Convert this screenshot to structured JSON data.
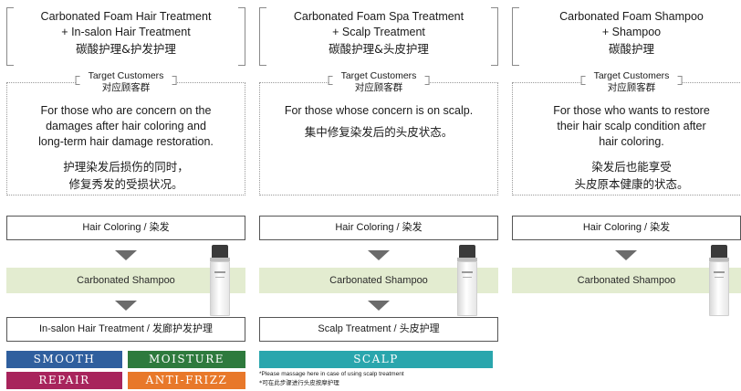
{
  "columns": [
    {
      "title_en_1": "Carbonated Foam Hair  Treatment",
      "title_en_2": "+ In-salon Hair Treatment",
      "title_cn": "碳酸护理&护发护理",
      "target_label_en": "Target Customers",
      "target_label_cn": "对应顾客群",
      "target_en_1": "For those who are concern on the",
      "target_en_2": "damages after hair coloring and",
      "target_en_3": "long-term hair damage restoration.",
      "target_cn_1": "护理染发后损伤的同时，",
      "target_cn_2": "修复秀发的受损状况。",
      "step1": "Hair Coloring / 染发",
      "step2": "Carbonated Shampoo",
      "step3": "In-salon Hair Treatment / 发廊护发护理",
      "tiles": [
        {
          "label": "SMOOTH",
          "color": "#2f5f9e"
        },
        {
          "label": "MOISTURE",
          "color": "#2e7a3d"
        },
        {
          "label": "REPAIR",
          "color": "#a8245c"
        },
        {
          "label": "ANTI-FRIZZ",
          "color": "#e8782a"
        }
      ]
    },
    {
      "title_en_1": "Carbonated Foam Spa Treatment",
      "title_en_2": "+ Scalp Treatment",
      "title_cn": "碳酸护理&头皮护理",
      "target_label_en": "Target Customers",
      "target_label_cn": "对应顾客群",
      "target_en_1": "For those whose concern is on scalp.",
      "target_cn_1": "集中修复染发后的头皮状态。",
      "step1": "Hair Coloring / 染发",
      "step2": "Carbonated Shampoo",
      "step3": "Scalp Treatment / 头皮护理",
      "tile": {
        "label": "SCALP",
        "color": "#2aa6ad"
      },
      "note_1": "*Please massage here in case of using scalp treatment",
      "note_2": "*可在此步骤进行头皮按摩护理"
    },
    {
      "title_en_1": "Carbonated Foam Shampoo",
      "title_en_2": "+ Shampoo",
      "title_cn": "碳酸护理",
      "target_label_en": "Target Customers",
      "target_label_cn": "对应顾客群",
      "target_en_1": "For those who wants to restore",
      "target_en_2": "their hair scalp condition after",
      "target_en_3": "hair coloring.",
      "target_cn_1": "染发后也能享受",
      "target_cn_2": "头皮原本健康的状态。",
      "step1": "Hair Coloring / 染发",
      "step2": "Carbonated Shampoo"
    }
  ],
  "icons": {
    "arrow": "down-triangle-icon",
    "bottle": "shampoo-bottle-icon"
  },
  "colors": {
    "shampoo_band": "#e3ecd0",
    "arrow": "#6b6b6b",
    "border": "#555555"
  }
}
